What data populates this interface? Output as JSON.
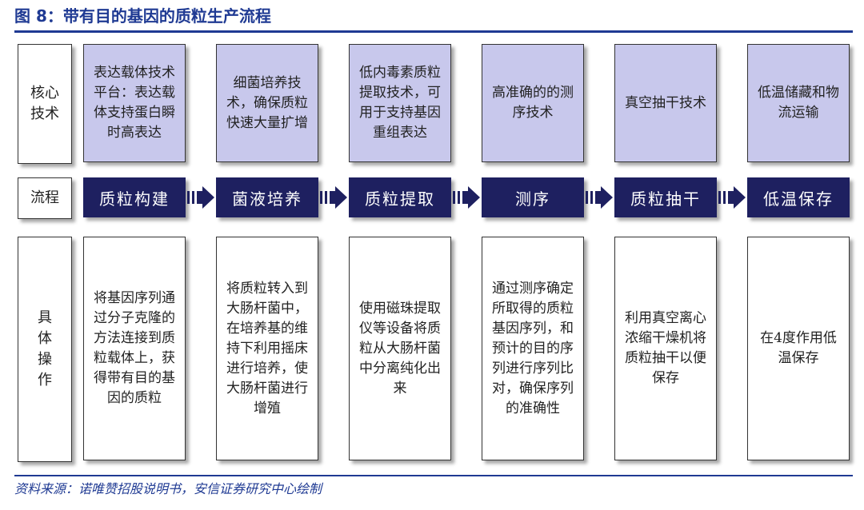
{
  "title": "图 8：带有目的基因的质粒生产流程",
  "source": "资料来源：诺唯赞招股说明书，安信证券研究中心绘制",
  "row_labels": {
    "tech": "核心技术",
    "flow": "流程",
    "ops": "具体操作"
  },
  "colors": {
    "title_blue": "#1f3a93",
    "tech_fill": "#c8c8ec",
    "flow_fill": "#1e2060",
    "arrow": "#1e2060"
  },
  "steps": [
    {
      "flow": "质粒构建",
      "tech": "表达载体技术平台：表达载体支持蛋白瞬时高表达",
      "op": "将基因序列通过分子克隆的方法连接到质粒载体上，获得带有目的基因的质粒"
    },
    {
      "flow": "菌液培养",
      "tech": "细菌培养技术，确保质粒快速大量扩增",
      "op": "将质粒转入到大肠杆菌中，在培养基的维持下利用摇床进行培养，使大肠杆菌进行增殖"
    },
    {
      "flow": "质粒提取",
      "tech": "低内毒素质粒提取技术，可用于支持基因重组表达",
      "op": "使用磁珠提取仪等设备将质粒从大肠杆菌中分离纯化出来"
    },
    {
      "flow": "测序",
      "tech": "高准确的的测序技术",
      "op": "通过测序确定所取得的质粒基因序列，和预计的目的序列进行序列比对，确保序列的准确性"
    },
    {
      "flow": "质粒抽干",
      "tech": "真空抽干技术",
      "op": "利用真空离心浓缩干燥机将质粒抽干以便保存"
    },
    {
      "flow": "低温保存",
      "tech": "低温储藏和物流运输",
      "op": "在4度作用低温保存"
    }
  ]
}
